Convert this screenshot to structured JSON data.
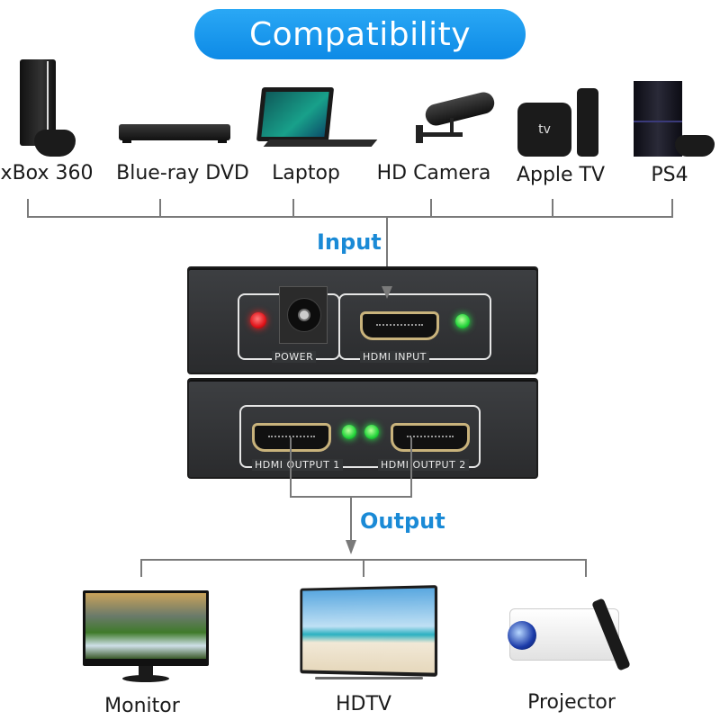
{
  "banner": {
    "title": "Compatibility",
    "color": "#1a9cf0"
  },
  "inputs": {
    "label": "Input",
    "devices": [
      {
        "name": "xBox 360",
        "icon": "xbox-console-icon"
      },
      {
        "name": "Blue-ray DVD",
        "icon": "dvd-player-icon"
      },
      {
        "name": "Laptop",
        "icon": "laptop-icon"
      },
      {
        "name": "HD Camera",
        "icon": "security-camera-icon"
      },
      {
        "name": "Apple TV",
        "icon": "apple-tv-icon"
      },
      {
        "name": "PS4",
        "icon": "ps4-console-icon"
      }
    ]
  },
  "splitter": {
    "top_panel": {
      "power_label": "POWER",
      "input_label": "HDMI INPUT"
    },
    "bottom_panel": {
      "output1_label": "HDMI OUTPUT 1",
      "output2_label": "HDMI OUTPUT 2"
    },
    "led_colors": {
      "power": "#e0141a",
      "status": "#22d43a"
    }
  },
  "outputs": {
    "label": "Output",
    "devices": [
      {
        "name": "Monitor",
        "icon": "monitor-icon"
      },
      {
        "name": "HDTV",
        "icon": "hdtv-icon"
      },
      {
        "name": "Projector",
        "icon": "projector-icon"
      }
    ]
  },
  "accent_label_color": "#1a8ad6",
  "line_color": "#7a7a7a"
}
